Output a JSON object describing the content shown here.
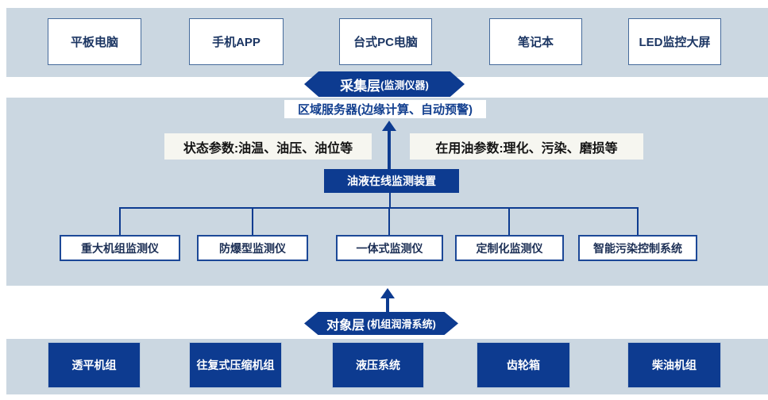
{
  "colors": {
    "band_bg": "#cbd7e1",
    "dark_blue": "#0d3b90",
    "device_border": "#456a9b",
    "device_text": "#1c3663",
    "param_bg": "#f6f6f0",
    "monitor_border": "#1c4897"
  },
  "display_layer": {
    "devices": [
      {
        "label": "平板电脑"
      },
      {
        "label": "手机APP"
      },
      {
        "label": "台式PC电脑"
      },
      {
        "label": "笔记本"
      },
      {
        "label": "LED监控大屏"
      }
    ]
  },
  "collection_layer": {
    "title": "采集层",
    "subtitle": "(监测仪器)",
    "server_label": "区域服务器(边缘计算、自动预警)",
    "param_left": "状态参数:油温、油压、油位等",
    "param_right": "在用油参数:理化、污染、磨损等",
    "device_label": "油液在线监测装置",
    "monitors": [
      {
        "label": "重大机组监测仪"
      },
      {
        "label": "防爆型监测仪"
      },
      {
        "label": "一体式监测仪"
      },
      {
        "label": "定制化监测仪"
      },
      {
        "label": "智能污染控制系统"
      }
    ]
  },
  "object_layer": {
    "title": "对象层",
    "subtitle": "(机组润滑系统)",
    "equipment": [
      {
        "label": "透平机组"
      },
      {
        "label": "往复式压缩机组"
      },
      {
        "label": "液压系统"
      },
      {
        "label": "齿轮箱"
      },
      {
        "label": "柴油机组"
      }
    ]
  }
}
